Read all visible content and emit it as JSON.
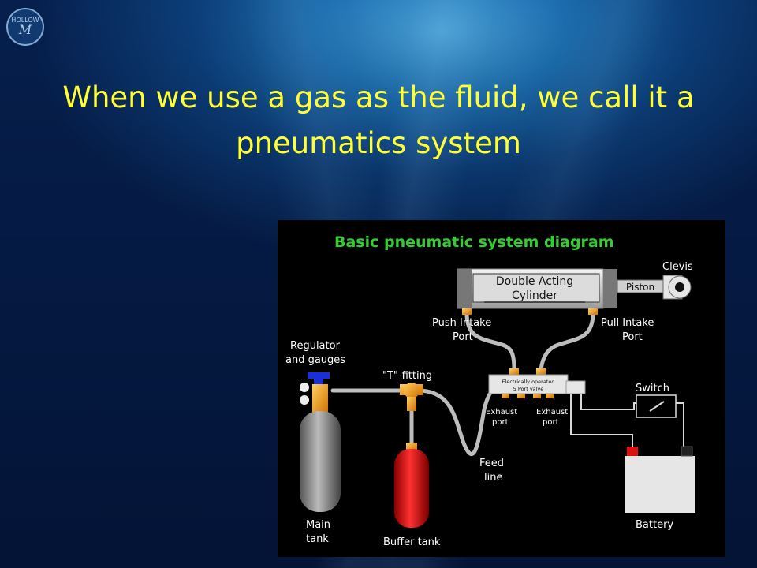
{
  "slide": {
    "title": "When we use a gas as the fluid, we call it a pneumatics system",
    "logo_text_top": "HOLLOW",
    "logo_text_big": "M"
  },
  "diagram": {
    "title": "Basic pneumatic system diagram",
    "labels": {
      "cylinder_line1": "Double Acting",
      "cylinder_line2": "Cylinder",
      "piston": "Piston",
      "clevis": "Clevis",
      "push_intake_1": "Push Intake",
      "push_intake_2": "Port",
      "pull_intake_1": "Pull Intake",
      "pull_intake_2": "Port",
      "regulator_1": "Regulator",
      "regulator_2": "and gauges",
      "t_fitting": "\"T\"-fitting",
      "valve_1": "Electrically operated",
      "valve_2": "5 Port valve",
      "exhaust1_1": "Exhaust",
      "exhaust1_2": "port",
      "exhaust2_1": "Exhaust",
      "exhaust2_2": "port",
      "switch": "Switch",
      "feed_1": "Feed",
      "feed_2": "line",
      "main_tank_1": "Main",
      "main_tank_2": "tank",
      "buffer_tank": "Buffer tank",
      "battery": "Battery"
    },
    "colors": {
      "title_green": "#33cc33",
      "buffer_tank_red": "#dd1111",
      "fitting_orange": "#f0a020",
      "pipe_gray": "#bbbbbb",
      "regulator_blue": "#1a2fd8"
    }
  }
}
